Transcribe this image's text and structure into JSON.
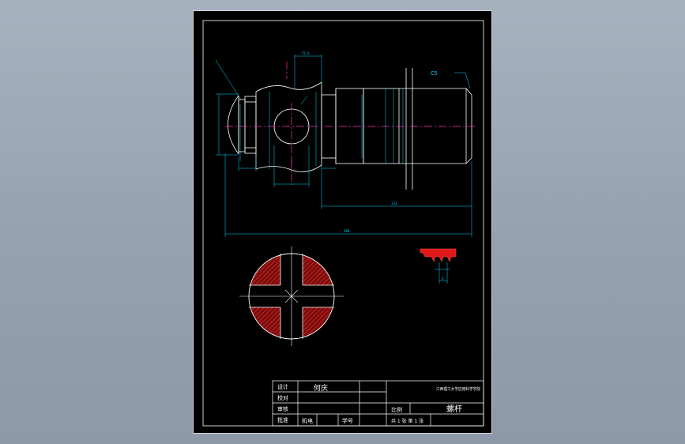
{
  "title_block": {
    "design_label": "设计",
    "design_name": "何庆",
    "check_label": "校对",
    "review_label": "审核",
    "approve_label": "批准",
    "dept": "机电",
    "class_label": "学号",
    "scale_label": "比例",
    "school": "江西理工大学应用科学学院",
    "part_name": "螺杆",
    "sheets": "共 1 张  第 1 张"
  },
  "dimensions": {
    "top_width": "72.6",
    "length_a": "133",
    "length_total": "288",
    "chamfer_label": "C5",
    "small_dim": "3"
  },
  "colors": {
    "background": "#000000",
    "outline": "#ffffff",
    "dimension": "#00d8ff",
    "centerline": "#ff2db4",
    "hatch": "#d01818",
    "section_fill": "#7a0c0c"
  }
}
